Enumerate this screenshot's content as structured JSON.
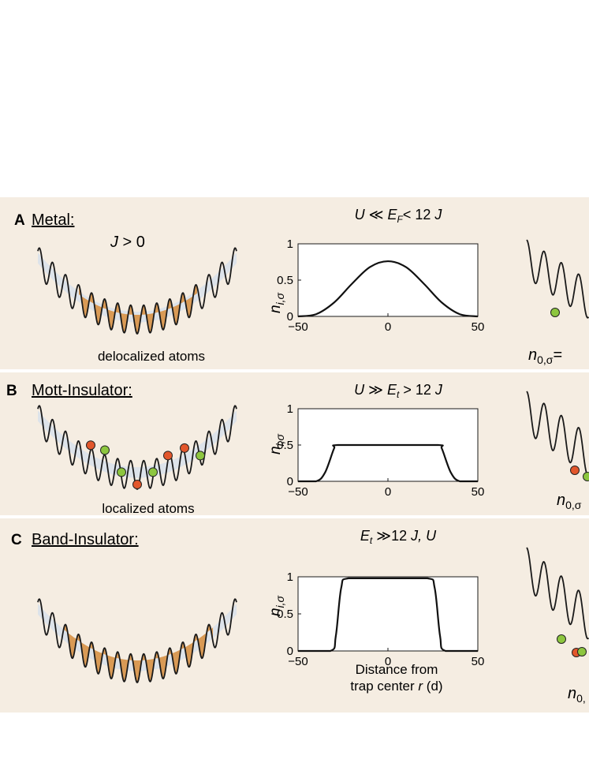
{
  "panels": [
    {
      "letter": "A",
      "name": "Metal:",
      "condition": {
        "lhs": "U",
        "op1": " ≪ ",
        "mid": "E",
        "mid_sub": "F",
        "op2": "< 12 ",
        "rhs": "J"
      },
      "left_annotation": {
        "var": "J",
        "rest": " > 0"
      },
      "caption": "delocalized atoms",
      "right_caption": "n",
      "right_caption_sub": "0,σ",
      "right_caption_tail": "=",
      "ylabel": "n",
      "ylabel_sub": "i,σ",
      "xticks": [
        "−50",
        "0",
        "50"
      ],
      "yticks": [
        "0",
        "0.5",
        "1"
      ]
    },
    {
      "letter": "B",
      "name": "Mott-Insulator:",
      "condition": {
        "lhs": "U",
        "op1": " ≫ ",
        "mid": "E",
        "mid_sub": "t",
        "op2": " > 12 ",
        "rhs": "J"
      },
      "caption": "localized atoms",
      "right_caption": "n",
      "right_caption_sub": "0,σ",
      "ylabel": "n",
      "ylabel_sub": "i,σ",
      "xticks": [
        "−50",
        "0",
        "50"
      ],
      "yticks": [
        "0",
        "0.5",
        "1"
      ]
    },
    {
      "letter": "C",
      "name": "Band-Insulator:",
      "condition": {
        "mid": "E",
        "mid_sub": "t",
        "op2": " ≫12 ",
        "rhs": "J, U"
      },
      "right_caption": "n",
      "right_caption_sub": "0,",
      "ylabel": "n",
      "ylabel_sub": "i,σ",
      "xticks": [
        "−50",
        "0",
        "50"
      ],
      "yticks": [
        "0",
        "0.5",
        "1"
      ],
      "xlabel_line1": "Distance from",
      "xlabel_line2_pre": "trap center ",
      "xlabel_var": "r",
      "xlabel_unit": " (d)"
    }
  ],
  "chart_data": [
    {
      "type": "line",
      "panel": "A",
      "ylabel": "n_i,σ",
      "xlim": [
        -50,
        50
      ],
      "ylim": [
        0,
        1
      ],
      "x": [
        -50,
        -40,
        -30,
        -20,
        -10,
        0,
        10,
        20,
        30,
        40,
        50
      ],
      "series": [
        {
          "values": [
            0,
            0.03,
            0.19,
            0.45,
            0.68,
            0.76,
            0.68,
            0.45,
            0.19,
            0.03,
            0
          ]
        }
      ]
    },
    {
      "type": "line",
      "panel": "B",
      "ylabel": "n_i,σ",
      "xlim": [
        -50,
        50
      ],
      "ylim": [
        0,
        1
      ],
      "x": [
        -50,
        -40,
        -35,
        -30,
        -28,
        0,
        28,
        30,
        35,
        40,
        50
      ],
      "series": [
        {
          "values": [
            0,
            0,
            0.12,
            0.45,
            0.5,
            0.5,
            0.5,
            0.45,
            0.12,
            0,
            0
          ]
        }
      ]
    },
    {
      "type": "line",
      "panel": "C",
      "ylabel": "n_i,σ",
      "xlabel": "Distance from trap center r (d)",
      "xlim": [
        -50,
        50
      ],
      "ylim": [
        0,
        1
      ],
      "x": [
        -50,
        -32,
        -29,
        -26,
        -22,
        0,
        22,
        26,
        29,
        32,
        50
      ],
      "series": [
        {
          "values": [
            0,
            0,
            0.2,
            0.85,
            0.98,
            0.98,
            0.98,
            0.85,
            0.2,
            0,
            0
          ]
        }
      ]
    }
  ],
  "colors": {
    "panel_bg": "#f5ede2",
    "curve": "#1a1a1a",
    "cloud": "#dde3ea",
    "filling": "#d99a55",
    "green_atom": "#8dc63f",
    "red_atom": "#e2562b"
  }
}
